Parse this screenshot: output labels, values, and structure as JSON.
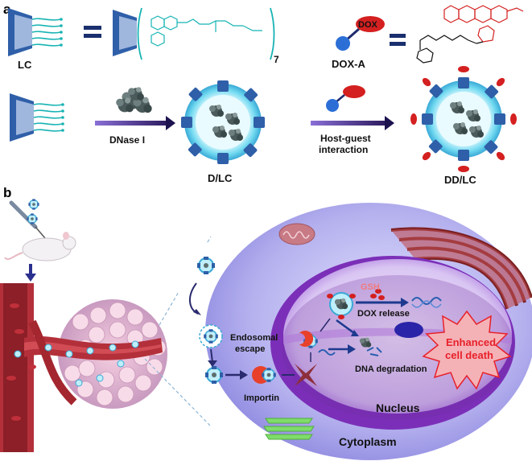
{
  "panel_a": {
    "label": "a",
    "lc_label": "LC",
    "lc_repeat": "7",
    "dox_badge": "DOX",
    "dox_a_label": "DOX-A",
    "dnase_label": "DNase I",
    "host_guest_line1": "Host-guest",
    "host_guest_line2": "interaction",
    "dlc_label": "D/LC",
    "ddlc_label": "DD/LC"
  },
  "panel_b": {
    "label": "b",
    "gsh_label": "GSH",
    "dox_release_label": "DOX release",
    "endosomal_line1": "Endosomal",
    "endosomal_line2": "escape",
    "enhanced_line1": "Enhanced",
    "enhanced_line2": "cell death",
    "dna_degradation_label": "DNA degradation",
    "importin_label": "Importin",
    "nucleus_label": "Nucleus",
    "cytoplasm_label": "Cytoplasm"
  },
  "colors": {
    "carrier_blue": "#2f5fa8",
    "chain_teal": "#17b3b3",
    "dox_red": "#d42020",
    "arrow_purple": "#6a2c9c",
    "cell_lavender": "#b6b2ec",
    "nucleus_purple": "#8a3fc4",
    "burst_red": "#e8202a"
  }
}
